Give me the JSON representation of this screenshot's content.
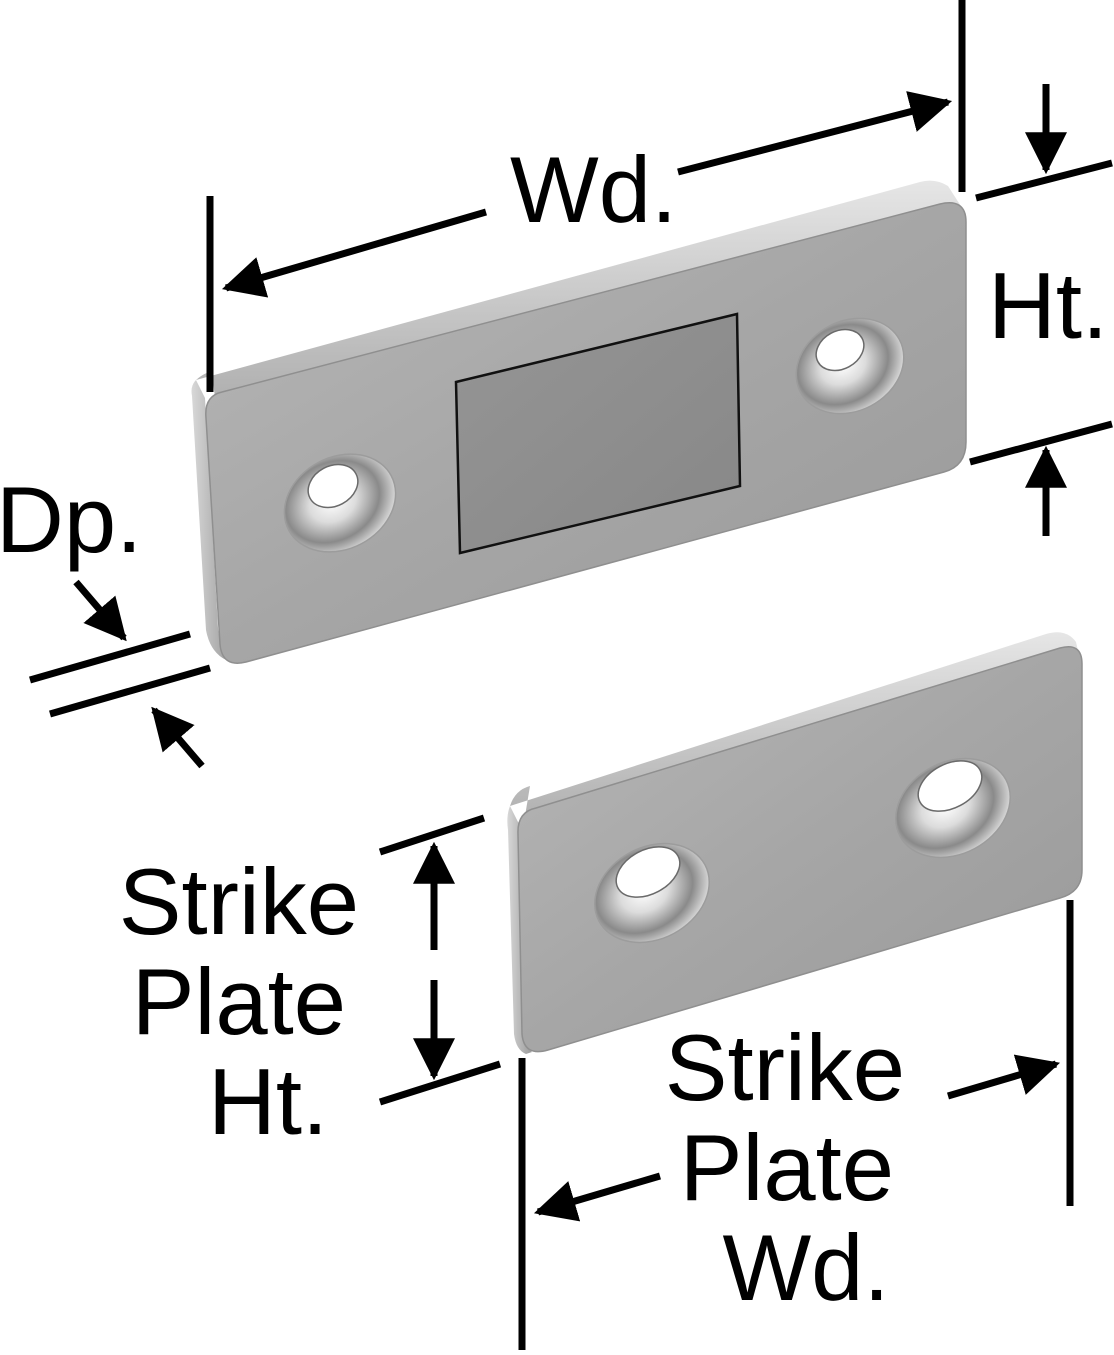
{
  "labels": {
    "width": "Wd.",
    "height": "Ht.",
    "depth": "Dp.",
    "strike_plate_height": [
      "Strike",
      "Plate",
      "Ht."
    ],
    "strike_plate_width": [
      "Strike",
      "Plate",
      "Wd."
    ]
  },
  "colors": {
    "line": "#000000",
    "plate_face": "#a9a9a9",
    "plate_edge": "#cfcfcf",
    "plate_shadow": "#7d7d7d",
    "magnet": "#8e8e8e",
    "background": "#ffffff"
  }
}
